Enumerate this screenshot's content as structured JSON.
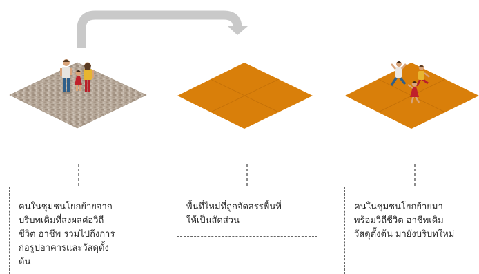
{
  "colors": {
    "arrow": "#c9c9c9",
    "paving": "#b8aa9b",
    "plot": "#d97f0a",
    "plot_line": "#c26f08",
    "dashes": "#666666"
  },
  "stages": [
    {
      "tile": "paved-ground",
      "caption": "คนในชุมชนโยกย้ายจาก\nบริบทเดิมที่ส่งผลต่อวิถี\nชีวิต อาชีพ รวมไปถึงการ\nก่อรูปอาคารและวัสดุตั้ง\nต้น"
    },
    {
      "tile": "empty-orange-plot",
      "caption": "พื้นที่ใหม่ที่ถูกจัดสรรพื้นที่\nให้เป็นสัดส่วน"
    },
    {
      "tile": "orange-plot-with-people",
      "caption": "คนในชุมชนโยกย้ายมา\nพร้อมวิถีชีวิต อาชีพเดิม\nวัสดุตั้งต้น มายังบริบทใหม่"
    }
  ]
}
